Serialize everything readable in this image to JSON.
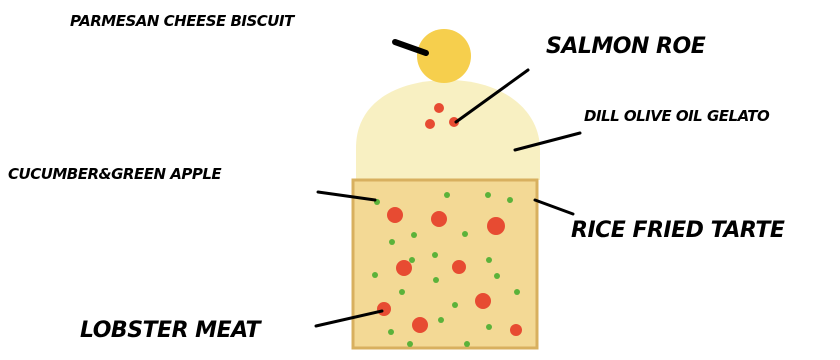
{
  "labels": {
    "parmesan": "PARMESAN CHEESE BISCUIT",
    "salmon_roe": "SALMON ROE",
    "gelato": "DILL OLIVE OIL GELATO",
    "cucumber": "CUCUMBER&GREEN APPLE",
    "tarte": "RICE FRIED TARTE",
    "lobster": "LOBSTER MEAT"
  },
  "colors": {
    "biscuit": "#f6cf4d",
    "gelato": "#f8f0c2",
    "tarte_fill": "#f3d995",
    "tarte_border": "#d8b05f",
    "roe": "#e74b32",
    "green_dot": "#5bb23a",
    "lines": "#000000"
  }
}
